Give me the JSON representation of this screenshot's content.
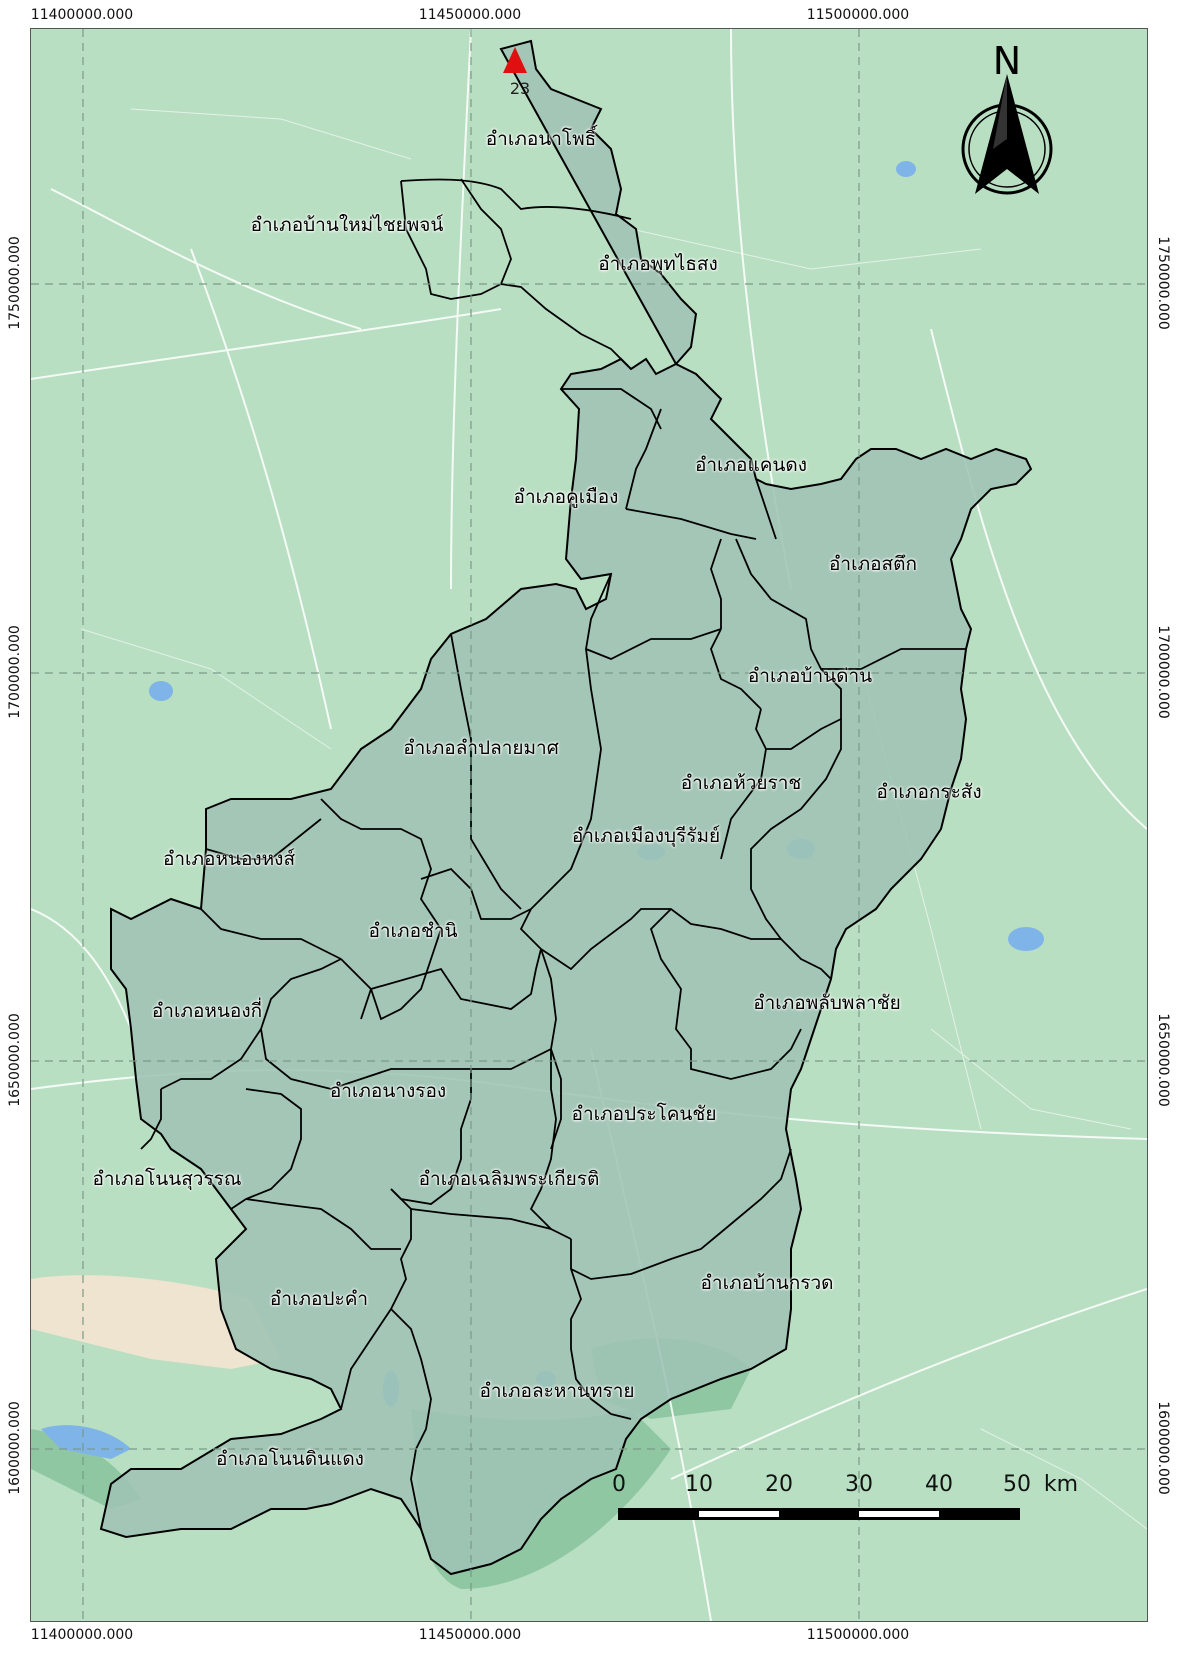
{
  "coords": {
    "x_top": [
      "11400000.000",
      "11450000.000",
      "11500000.000"
    ],
    "x_bottom": [
      "11400000.000",
      "11450000.000",
      "11500000.000"
    ],
    "y_left": [
      "1750000.000",
      "1700000.000",
      "1650000.000",
      "1600000.000"
    ],
    "y_right": [
      "1750000.000",
      "1700000.000",
      "1650000.000",
      "1600000.000"
    ]
  },
  "north": "N",
  "point_label": "23",
  "districts": [
    "อำเภอนาโพธิ์",
    "อำเภอบ้านใหม่ไชยพจน์",
    "อำเภอพุทไธสง",
    "อำเภอแคนดง",
    "อำเภอคูเมือง",
    "อำเภอสตึก",
    "อำเภอบ้านด่าน",
    "อำเภอลำปลายมาศ",
    "อำเภอห้วยราช",
    "อำเภอกระสัง",
    "อำเภอเมืองบุรีรัมย์",
    "อำเภอหนองหงส์",
    "อำเภอชำนิ",
    "อำเภอพลับพลาชัย",
    "อำเภอหนองกี่",
    "อำเภอนางรอง",
    "อำเภอประโคนชัย",
    "อำเภอโนนสุวรรณ",
    "อำเภอเฉลิมพระเกียรติ",
    "อำเภอบ้านกรวด",
    "อำเภอปะคำ",
    "อำเภอละหานทราย",
    "อำเภอโนนดินแดง"
  ],
  "scalebar": {
    "ticks": [
      "0",
      "10",
      "20",
      "30",
      "40",
      "50"
    ],
    "unit": "km"
  },
  "colors": {
    "background": "#b9dfc2",
    "province_fill": "#9fc3b4",
    "marker": "#e01010"
  }
}
